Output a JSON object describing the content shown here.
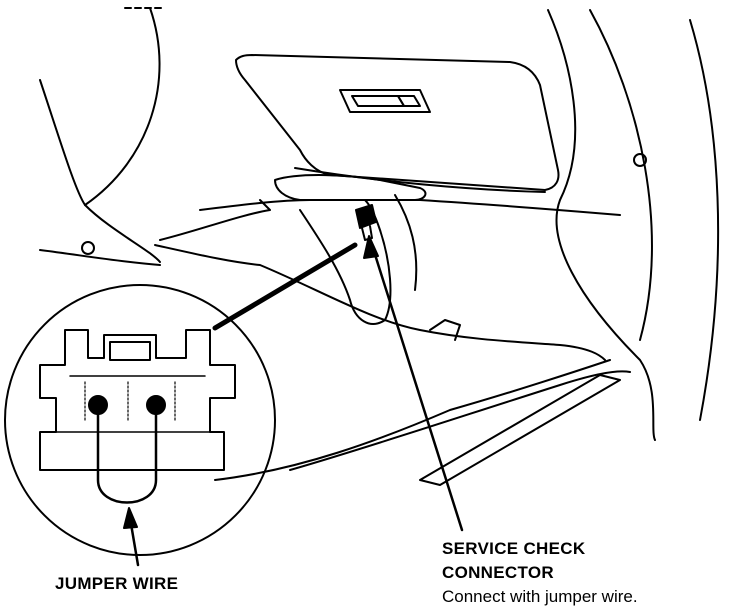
{
  "labels": {
    "jumper_wire": "JUMPER WIRE",
    "service_check_line1": "SERVICE CHECK",
    "service_check_line2": "CONNECTOR",
    "instruction": "Connect with jumper wire."
  },
  "colors": {
    "ink": "#000000",
    "paper": "#ffffff"
  }
}
